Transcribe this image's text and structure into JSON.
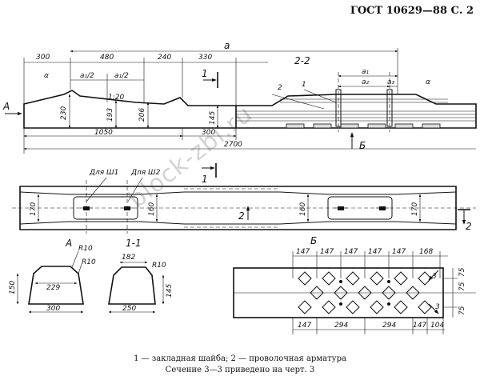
{
  "header": {
    "title": "ГОСТ 10629—88 С. 2"
  },
  "watermark": "block-zbi.ru",
  "side_view": {
    "dims_top": [
      "300",
      "480",
      "240",
      "330"
    ],
    "dim_a": "a",
    "a1_half": "a₁/2",
    "slope": "1:20",
    "alpha": "α",
    "heights": [
      "230",
      "193",
      "206",
      "145"
    ],
    "dims_bottom": [
      "1050",
      "300"
    ],
    "total": "2700",
    "arrow_a": "А",
    "section_mark": "1"
  },
  "section_22": {
    "title": "2-2",
    "a1": "a₁",
    "a2": "a₂",
    "a3": "a₃",
    "alpha": "α",
    "callout_1": "1",
    "callout_2": "2",
    "arrow_b": "Б"
  },
  "plan_view": {
    "dims": [
      "170",
      "160",
      "160",
      "170"
    ],
    "washer_1": "Для Ш1",
    "washer_2": "Для Ш2",
    "section_mark_1": "1",
    "section_mark_2": "2"
  },
  "view_a": {
    "title": "А",
    "r_top": "R10",
    "r_mid": "R10",
    "inner_width": "229",
    "height": "150",
    "base": "300"
  },
  "section_11": {
    "title": "1-1",
    "top_width": "182",
    "r": "R10",
    "height": "145",
    "base": "250"
  },
  "view_b": {
    "title": "Б",
    "top_dims": [
      "147",
      "147",
      "147",
      "147",
      "147",
      "168"
    ],
    "bottom_dims": [
      "147",
      "294",
      "294",
      "147",
      "104"
    ],
    "side_dims": [
      "75",
      "75",
      "75"
    ],
    "mark_3": "3"
  },
  "captions": {
    "line1": "1 — закладная шайба; 2 — проволочная арматура",
    "line2": "Сечение 3—3 приведено на черт. 3"
  }
}
